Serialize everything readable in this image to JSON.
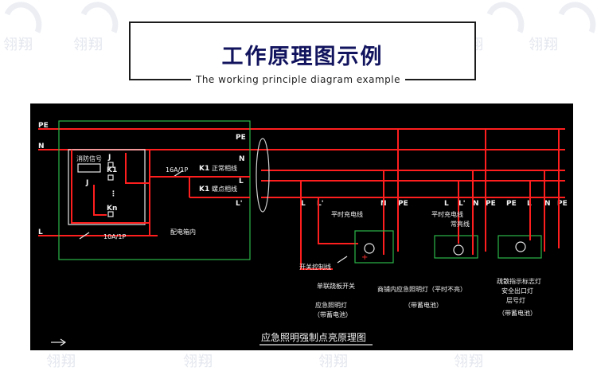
{
  "title": "工作原理图示例",
  "subtitle": "The working principle diagram example",
  "watermark": "翎翔",
  "colors": {
    "title": "#12145e",
    "wire": "#ff1e1e",
    "frame": "#2bb84a",
    "background": "#000000"
  },
  "diagram": {
    "caption": "应急照明强制点亮原理图",
    "bus": {
      "pe": "PE",
      "n": "N",
      "l": "L"
    },
    "distribution_box": {
      "label": "配电箱内",
      "pe_label": "PE",
      "n_label": "N",
      "fire_signal": "消防信号",
      "relay_labels": [
        "J",
        "K1",
        "J",
        "Kn"
      ],
      "dots": "⋮",
      "breaker_main": "10A/1P",
      "breaker_branch": "16A/1P",
      "k1_normal": "K1",
      "k1_normal_line": "正常相线",
      "k1_emergency": "K1",
      "k1_emergency_line": "螺点相线",
      "out_l": "L",
      "out_l_prime": "L'"
    },
    "loads": {
      "group1_terminals": [
        "L",
        "L'",
        "N",
        "PE"
      ],
      "group2_terminals": [
        "L",
        "L'",
        "N",
        "PE"
      ],
      "group3_terminals": [
        "PE",
        "L",
        "N",
        "PE"
      ],
      "normal_light_line": "平时充电线",
      "switch_line": "开关控制线",
      "single_switch": "单联跷板开关",
      "emergency_light": "应急照明灯",
      "with_battery": "（带蓄电池）",
      "store_light": "商铺内应急照明灯（平时不亮）",
      "store_battery": "（带蓄电池）",
      "charge_line": "平时充电线",
      "fixed_line": "常亮线",
      "sign_light_1": "疏散指示标志灯",
      "sign_light_2": "安全出口灯",
      "sign_light_3": "层号灯",
      "sign_battery": "（带蓄电池）"
    }
  }
}
